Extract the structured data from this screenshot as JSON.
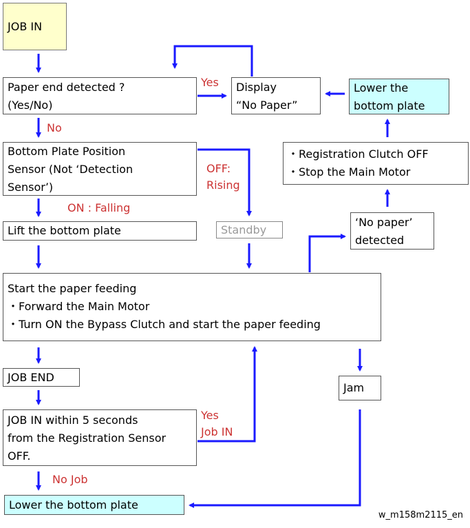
{
  "nodes": {
    "job_in": "JOB IN",
    "paper_end": "Paper end detected ?\n(Yes/No)",
    "display": "Display\n“No Paper”",
    "lower_top": "Lower the\nbottom plate",
    "clutch_off": "・Registration Clutch OFF\n・Stop the Main Motor",
    "bottom_sensor": "Bottom Plate Position\nSensor (Not ‘Detection\nSensor’)",
    "no_paper_detected": "‘No paper’\ndetected",
    "lift": "Lift the bottom plate",
    "standby": "Standby",
    "start_feed": "Start the paper feeding\n・Forward the Main Motor\n・Turn ON the Bypass Clutch and start the paper feeding",
    "job_end": "JOB END",
    "jam": "Jam",
    "job_in_5": "JOB IN within 5 seconds\nfrom the Registration Sensor\nOFF.",
    "lower_bottom": "Lower the bottom plate"
  },
  "labels": {
    "yes": "Yes",
    "no": "No",
    "off_rising": "OFF:\nRising",
    "on_falling": "ON : Falling",
    "yes_job_in": "Yes\nJob IN",
    "no_job": "No Job"
  },
  "footer": "w_m158m2115_en",
  "colors": {
    "arrow": "#1a1aff",
    "label": "#cc3333",
    "yellow_fill": "#ffffcc",
    "cyan_fill": "#ccffff"
  }
}
